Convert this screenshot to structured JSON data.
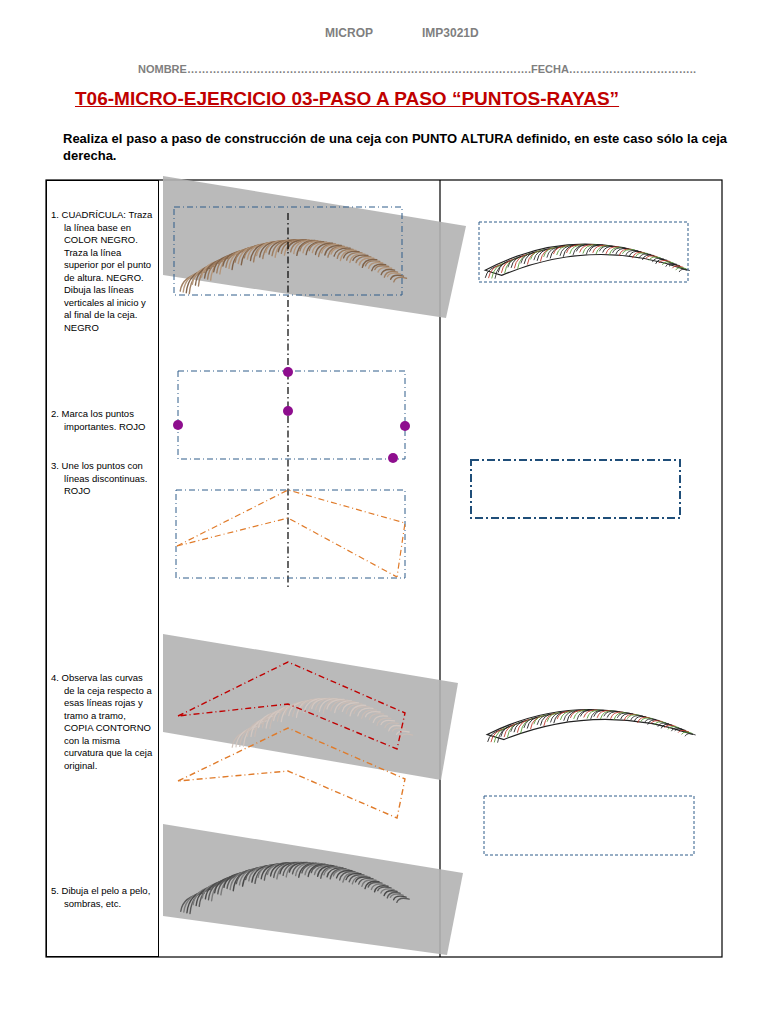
{
  "diagram": {
    "title": "T06-MICRO-EJERCICIO 03-PASO A PASO “PUNTOS-RAYAS”",
    "nodes": [
      {
        "text": [
          "1. CUADRÍCULA: Traza la línea base en COLOR NEGRO. Traza la línea superior por el punto de altura. NEGRO. Dibuja las líneas verticales al inicio y al final de la ceja. NEGRO",
          "2. Marca los puntos importantes. ROJO",
          "3. Une los puntos con líneas discontinuas. ROJO",
          "4. Observa las curvas de la ceja respecto a esas líneas rojas y tramo a tramo, COPIA CONTORNO con la misma curvatura que la ceja original.",
          "5. Dibuja el pelo a pelo, sombras, etc."
        ]
      }
    ],
    "labels": [
      "MICROP",
      "IMP3021D",
      "NOMBRE………………………………………………………………………………….FECHA……………………………..",
      "Realiza el paso a paso de construcción de una ceja con PUNTO ALTURA definido, en este caso sólo la ceja derecha."
    ]
  }
}
